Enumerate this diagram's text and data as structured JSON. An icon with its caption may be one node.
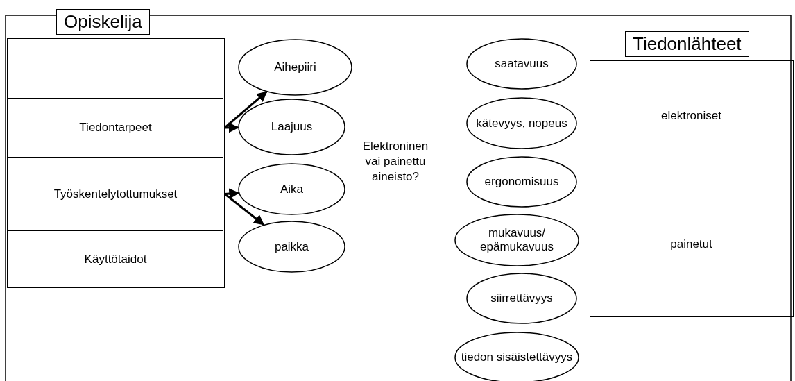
{
  "diagram": {
    "nodes": [
      {
        "text": [
          "Opiskelija"
        ]
      },
      {
        "text": [
          "Tiedontarpeet"
        ],
        "in": 0
      },
      {
        "text": [
          "Työskentelytottumukset"
        ],
        "in": 0
      },
      {
        "text": [
          "Käyttötaidot"
        ],
        "in": 0
      },
      {
        "text": [
          "Aihepiiri"
        ]
      },
      {
        "text": [
          "Laajuus"
        ]
      },
      {
        "text": [
          "Aika"
        ]
      },
      {
        "text": [
          "paikka"
        ]
      },
      {
        "text": [
          "saatavuus"
        ]
      },
      {
        "text": [
          "kätevyys, nopeus"
        ]
      },
      {
        "text": [
          "ergonomisuus"
        ]
      },
      {
        "text": [
          "mukavuus/ epämukavuus"
        ]
      },
      {
        "text": [
          "siirrettävyys"
        ]
      },
      {
        "text": [
          "tiedon sisäistettävyys"
        ]
      },
      {
        "text": [
          "Tiedonlähteet"
        ]
      },
      {
        "text": [
          "elektroniset"
        ],
        "in": 14
      },
      {
        "text": [
          "painetut"
        ],
        "in": 14
      }
    ],
    "edges": [
      {
        "from": 1,
        "to": 4,
        "arrow": "to"
      },
      {
        "from": 1,
        "to": 5,
        "arrow": "to"
      },
      {
        "from": 2,
        "to": 6,
        "arrow": "to"
      },
      {
        "from": 2,
        "to": 7,
        "arrow": "to"
      }
    ],
    "labels": [
      "Elektroninen vai painettu aineisto?"
    ]
  }
}
